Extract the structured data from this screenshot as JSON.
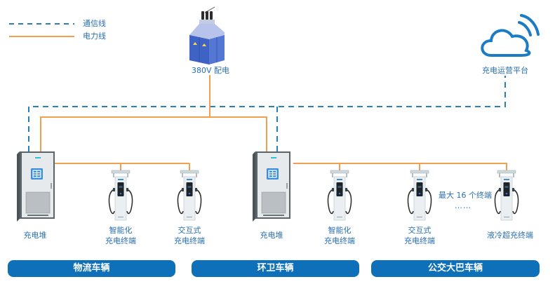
{
  "legend": [
    {
      "label": "通信线",
      "style": "dashed",
      "color": "#2a7fb8"
    },
    {
      "label": "电力线",
      "style": "solid",
      "color": "#f0a050"
    }
  ],
  "colors": {
    "comm_line": "#2a7fb8",
    "power_line": "#f0a050",
    "label_text": "#2a6fb0",
    "category_bar": "#0e70b8"
  },
  "nodes": {
    "transformer": {
      "label": "380V 配电"
    },
    "cloud": {
      "label": "充电运营平台"
    },
    "stack_1": {
      "label": "充电堆"
    },
    "stack_2": {
      "label": "充电堆"
    },
    "terminal_1": {
      "label_line1": "智能化",
      "label_line2": "充电终端"
    },
    "terminal_2": {
      "label_line1": "交互式",
      "label_line2": "充电终端"
    },
    "terminal_3": {
      "label_line1": "智能化",
      "label_line2": "充电终端"
    },
    "terminal_4": {
      "label_line1": "交互式",
      "label_line2": "充电终端"
    },
    "terminal_5": {
      "label_line1": "液冷超充终端"
    }
  },
  "annotation": {
    "max_terminals": "最大 16 个终端",
    "ellipsis": "……"
  },
  "categories": [
    {
      "label": "物流车辆"
    },
    {
      "label": "环卫车辆"
    },
    {
      "label": "公交大巴车辆"
    }
  ]
}
